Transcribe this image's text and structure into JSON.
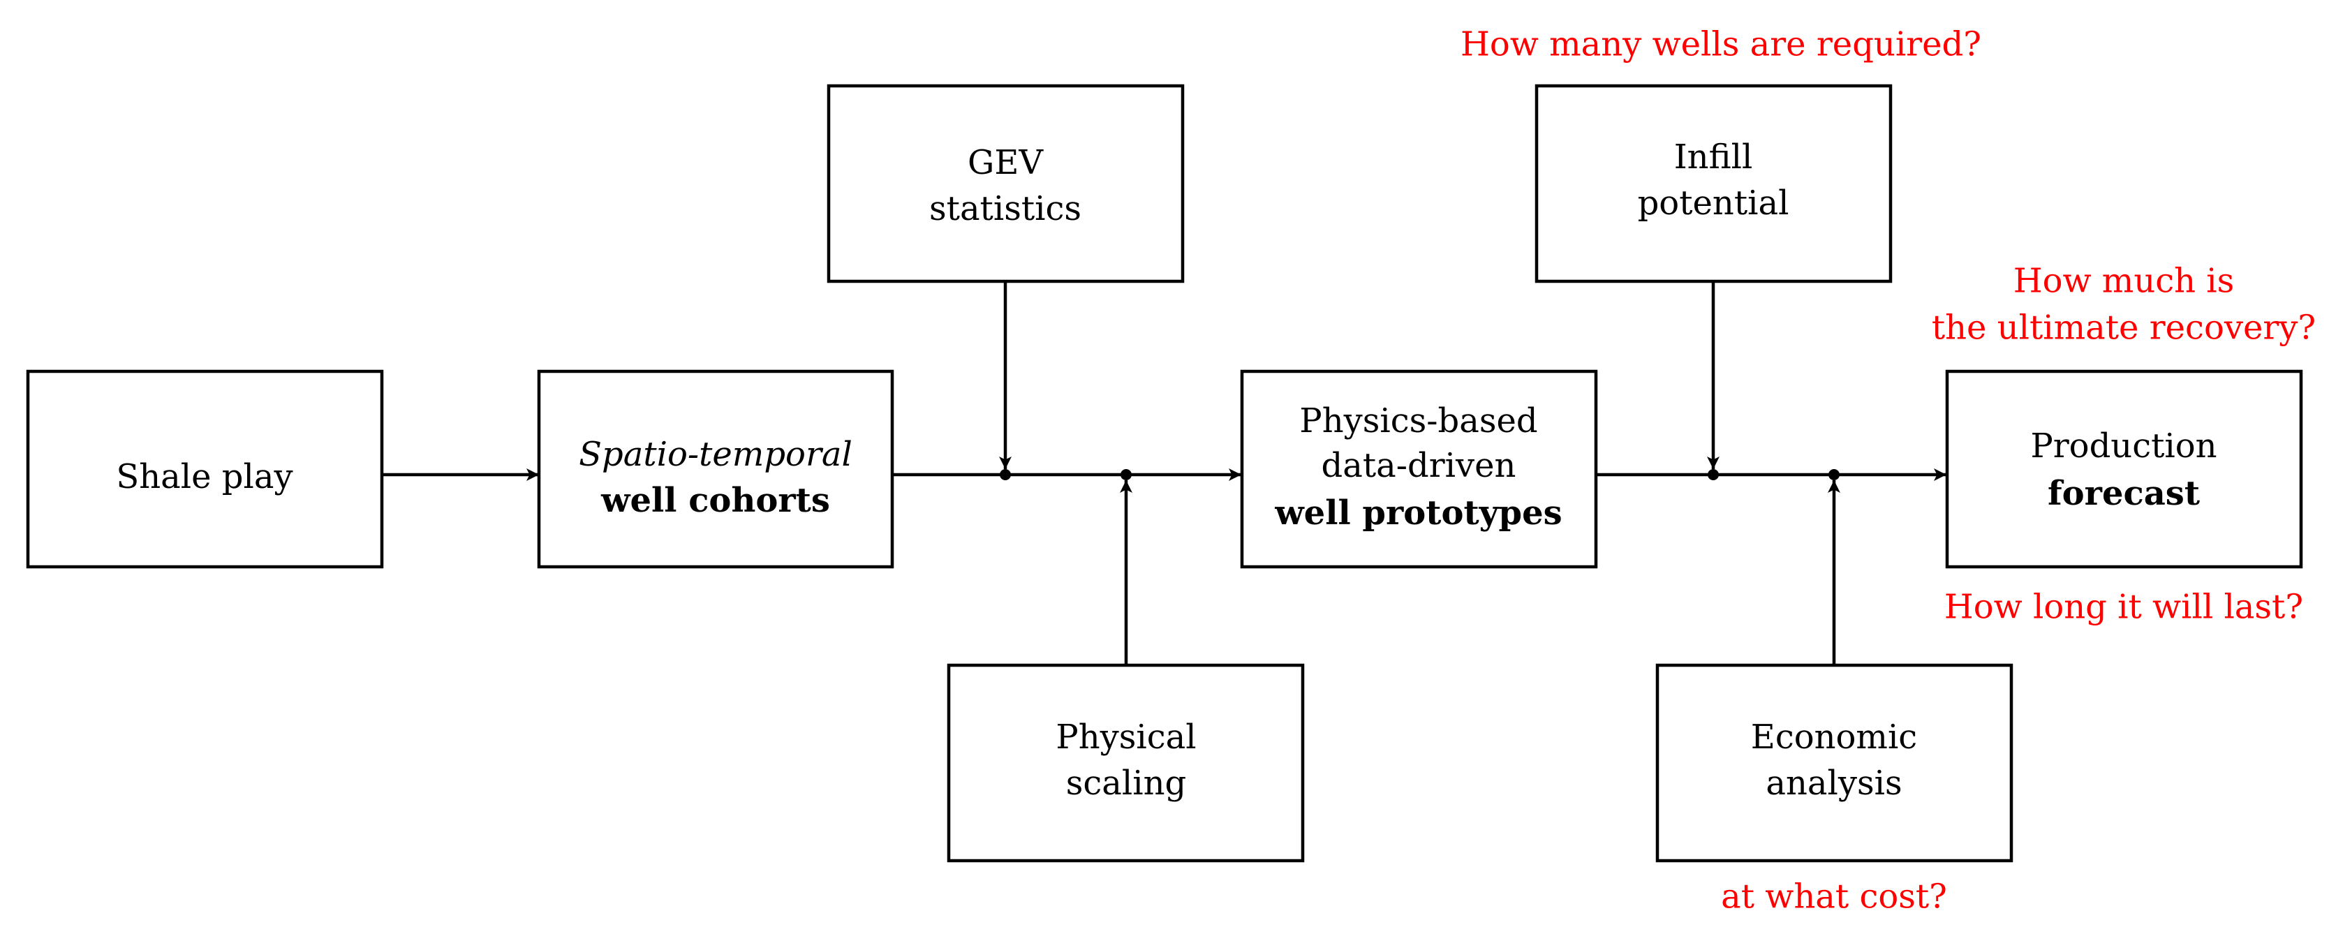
{
  "nodes": {
    "shale_play": {
      "line1": "Shale play"
    },
    "well_cohorts": {
      "line1": "Spatio-temporal",
      "line2": "well cohorts"
    },
    "gev_statistics": {
      "line1": "GEV",
      "line2": "statistics"
    },
    "physical_scaling": {
      "line1": "Physical",
      "line2": "scaling"
    },
    "well_prototypes": {
      "line1": "Physics-based",
      "line2": "data-driven",
      "line3": "well prototypes"
    },
    "infill_potential": {
      "line1": "Infill",
      "line2": "potential"
    },
    "economic_analysis": {
      "line1": "Economic",
      "line2": "analysis"
    },
    "production_forecast": {
      "line1": "Production",
      "line2": "forecast"
    }
  },
  "questions": {
    "wells_required": "How many wells are required?",
    "ultimate_recovery_line1": "How much is",
    "ultimate_recovery_line2": "the ultimate recovery?",
    "how_long": "How long it will last?",
    "cost": "at what cost?"
  },
  "colors": {
    "stroke": "#000000",
    "question_text": "#ff0000"
  }
}
